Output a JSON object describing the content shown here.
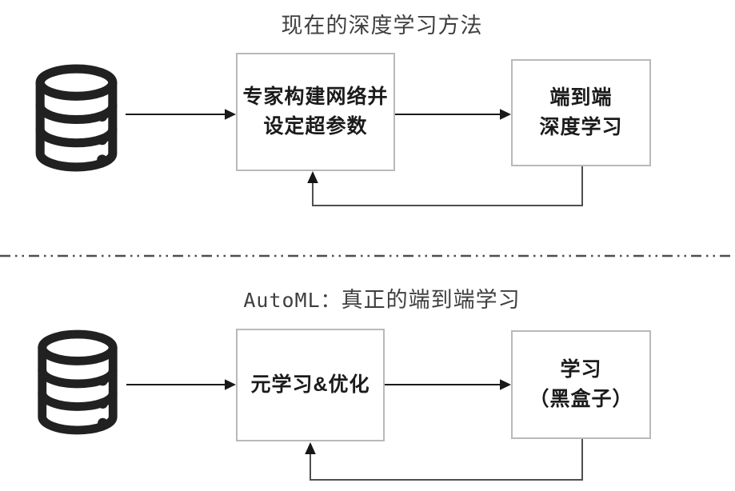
{
  "diagrams": {
    "top": {
      "title": "现在的深度学习方法",
      "source_icon": "database-icon",
      "steps": [
        {
          "label": "专家构建网络并\n设定超参数"
        },
        {
          "label": "端到端\n深度学习"
        }
      ],
      "flow": "database → expert-built network → end-to-end deep learning, with feedback arrow from second box back to first"
    },
    "bottom": {
      "title_latin": "AutoML：",
      "title_cjk": "真正的端到端学习",
      "source_icon": "database-icon",
      "steps": [
        {
          "label": "元学习&优化"
        },
        {
          "label": "学习\n（黑盒子）"
        }
      ],
      "flow": "database → meta-learning & optimization → learning (black box), with feedback arrow from second box back to first"
    }
  },
  "colors": {
    "background": "#ffffff",
    "box_border": "#b9b9b9",
    "box_text": "#1b1b1b",
    "title_text": "#3f3f3f",
    "arrow": "#1a1a1a",
    "feedback_line": "#4f4f4f",
    "divider": "#4f4f4f",
    "icon": "#212121"
  }
}
